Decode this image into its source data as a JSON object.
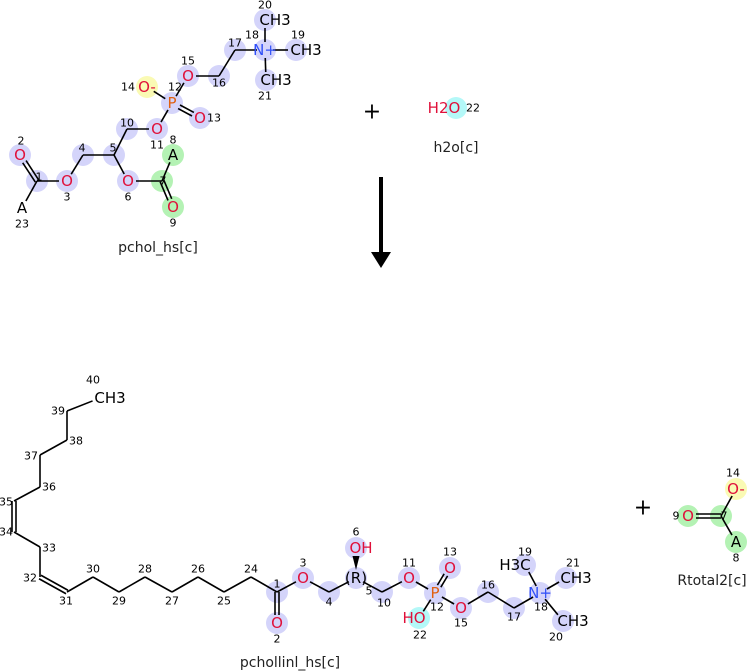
{
  "colors": {
    "blue": "#d4d4fa",
    "green": "#b4f2b4",
    "yellow": "#fafab4",
    "cyan": "#b4f8f8",
    "O": "#e0103a",
    "P": "#e06010",
    "N": "#3050f8",
    "bond": "#000000"
  },
  "operators": {
    "plus_1": "+",
    "plus_2": "+"
  },
  "molecules": {
    "pchol": {
      "name": "pchol_hs[c]",
      "atoms": [
        {
          "id": "1",
          "symbol": "",
          "number": "1",
          "hl": "blue"
        },
        {
          "id": "2",
          "symbol": "O",
          "number": "2",
          "hl": "blue"
        },
        {
          "id": "3",
          "symbol": "O",
          "number": "3",
          "hl": "blue"
        },
        {
          "id": "4",
          "symbol": "",
          "number": "4",
          "hl": "blue"
        },
        {
          "id": "5",
          "symbol": "",
          "number": "5",
          "hl": "blue"
        },
        {
          "id": "6",
          "symbol": "O",
          "number": "6",
          "hl": "blue"
        },
        {
          "id": "7",
          "symbol": "",
          "number": "7",
          "hl": "green"
        },
        {
          "id": "8",
          "symbol": "A",
          "number": "8",
          "hl": "green"
        },
        {
          "id": "9",
          "symbol": "O",
          "number": "9",
          "hl": "green"
        },
        {
          "id": "10",
          "symbol": "",
          "number": "10",
          "hl": "blue"
        },
        {
          "id": "11",
          "symbol": "O",
          "number": "11",
          "hl": "blue"
        },
        {
          "id": "12",
          "symbol": "P",
          "number": "12",
          "hl": "blue"
        },
        {
          "id": "13",
          "symbol": "O",
          "number": "13",
          "hl": "blue"
        },
        {
          "id": "14",
          "symbol": "O-",
          "number": "14",
          "hl": "yellow"
        },
        {
          "id": "15",
          "symbol": "O",
          "number": "15",
          "hl": "blue"
        },
        {
          "id": "16",
          "symbol": "",
          "number": "16",
          "hl": "blue"
        },
        {
          "id": "17",
          "symbol": "",
          "number": "17",
          "hl": "blue"
        },
        {
          "id": "18",
          "symbol": "N+",
          "number": "18",
          "hl": "blue"
        },
        {
          "id": "19",
          "symbol": "CH3",
          "number": "19",
          "hl": "blue"
        },
        {
          "id": "20",
          "symbol": "CH3",
          "number": "20",
          "hl": "blue"
        },
        {
          "id": "21",
          "symbol": "CH3",
          "number": "21",
          "hl": "blue"
        },
        {
          "id": "23",
          "symbol": "A",
          "number": "23",
          "hl": ""
        }
      ],
      "bonds": [
        [
          "1",
          "2",
          2
        ],
        [
          "1",
          "3",
          1
        ],
        [
          "3",
          "4",
          1
        ],
        [
          "4",
          "5",
          1
        ],
        [
          "5",
          "6",
          1
        ],
        [
          "6",
          "7",
          1
        ],
        [
          "7",
          "8",
          1
        ],
        [
          "7",
          "9",
          2
        ],
        [
          "5",
          "10",
          1
        ],
        [
          "10",
          "11",
          1
        ],
        [
          "11",
          "12",
          1
        ],
        [
          "12",
          "13",
          2
        ],
        [
          "12",
          "14",
          1
        ],
        [
          "12",
          "15",
          1
        ],
        [
          "15",
          "16",
          1
        ],
        [
          "16",
          "17",
          1
        ],
        [
          "17",
          "18",
          1
        ],
        [
          "18",
          "19",
          1
        ],
        [
          "18",
          "20",
          1
        ],
        [
          "18",
          "21",
          1
        ],
        [
          "1",
          "23",
          1
        ]
      ]
    },
    "h2o": {
      "name": "h2o[c]",
      "atoms": [
        {
          "id": "22",
          "symbol": "H2O",
          "number": "22",
          "hl": "cyan"
        }
      ],
      "bonds": []
    },
    "pchollinl": {
      "name": "pchollinl_hs[c]",
      "atoms": [
        {
          "id": "1",
          "symbol": "",
          "number": "1",
          "hl": "blue"
        },
        {
          "id": "2",
          "symbol": "O",
          "number": "2",
          "hl": "blue"
        },
        {
          "id": "3",
          "symbol": "O",
          "number": "3",
          "hl": "blue"
        },
        {
          "id": "4",
          "symbol": "",
          "number": "4",
          "hl": "blue"
        },
        {
          "id": "5",
          "symbol": "(R)",
          "number": "5",
          "hl": "blue"
        },
        {
          "id": "6",
          "symbol": "OH",
          "number": "6",
          "hl": "blue"
        },
        {
          "id": "10",
          "symbol": "",
          "number": "10",
          "hl": "blue"
        },
        {
          "id": "11",
          "symbol": "O",
          "number": "11",
          "hl": "blue"
        },
        {
          "id": "12",
          "symbol": "P",
          "number": "12",
          "hl": "blue"
        },
        {
          "id": "13",
          "symbol": "O",
          "number": "13",
          "hl": "blue"
        },
        {
          "id": "15",
          "symbol": "O",
          "number": "15",
          "hl": "blue"
        },
        {
          "id": "16",
          "symbol": "",
          "number": "16",
          "hl": "blue"
        },
        {
          "id": "17",
          "symbol": "",
          "number": "17",
          "hl": "blue"
        },
        {
          "id": "18",
          "symbol": "N+",
          "number": "18",
          "hl": "blue"
        },
        {
          "id": "19",
          "symbol": "H3C",
          "number": "19",
          "hl": "blue"
        },
        {
          "id": "20",
          "symbol": "CH3",
          "number": "20",
          "hl": "blue"
        },
        {
          "id": "21",
          "symbol": "CH3",
          "number": "21",
          "hl": "blue"
        },
        {
          "id": "22",
          "symbol": "HO",
          "number": "22",
          "hl": "cyan"
        },
        {
          "id": "24",
          "symbol": "",
          "number": "24",
          "hl": ""
        },
        {
          "id": "25",
          "symbol": "",
          "number": "25",
          "hl": ""
        },
        {
          "id": "26",
          "symbol": "",
          "number": "26",
          "hl": ""
        },
        {
          "id": "27",
          "symbol": "",
          "number": "27",
          "hl": ""
        },
        {
          "id": "28",
          "symbol": "",
          "number": "28",
          "hl": ""
        },
        {
          "id": "29",
          "symbol": "",
          "number": "29",
          "hl": ""
        },
        {
          "id": "30",
          "symbol": "",
          "number": "30",
          "hl": ""
        },
        {
          "id": "31",
          "symbol": "",
          "number": "31",
          "hl": ""
        },
        {
          "id": "32",
          "symbol": "",
          "number": "32",
          "hl": ""
        },
        {
          "id": "33",
          "symbol": "",
          "number": "33",
          "hl": ""
        },
        {
          "id": "34",
          "symbol": "",
          "number": "34",
          "hl": ""
        },
        {
          "id": "35",
          "symbol": "",
          "number": "35",
          "hl": ""
        },
        {
          "id": "36",
          "symbol": "",
          "number": "36",
          "hl": ""
        },
        {
          "id": "37",
          "symbol": "",
          "number": "37",
          "hl": ""
        },
        {
          "id": "38",
          "symbol": "",
          "number": "38",
          "hl": ""
        },
        {
          "id": "39",
          "symbol": "",
          "number": "39",
          "hl": ""
        },
        {
          "id": "40",
          "symbol": "CH3",
          "number": "40",
          "hl": ""
        }
      ],
      "bonds": [
        [
          "1",
          "2",
          2
        ],
        [
          "1",
          "3",
          1
        ],
        [
          "3",
          "4",
          1
        ],
        [
          "4",
          "5",
          1
        ],
        [
          "5",
          "6",
          1
        ],
        [
          "5",
          "10",
          1
        ],
        [
          "10",
          "11",
          1
        ],
        [
          "11",
          "12",
          1
        ],
        [
          "12",
          "13",
          2
        ],
        [
          "12",
          "15",
          1
        ],
        [
          "12",
          "22",
          1
        ],
        [
          "15",
          "16",
          1
        ],
        [
          "16",
          "17",
          1
        ],
        [
          "17",
          "18",
          1
        ],
        [
          "18",
          "19",
          1
        ],
        [
          "18",
          "20",
          1
        ],
        [
          "18",
          "21",
          1
        ],
        [
          "1",
          "24",
          1
        ],
        [
          "24",
          "25",
          1
        ],
        [
          "25",
          "26",
          1
        ],
        [
          "26",
          "27",
          1
        ],
        [
          "27",
          "28",
          1
        ],
        [
          "28",
          "29",
          1
        ],
        [
          "29",
          "30",
          1
        ],
        [
          "30",
          "31",
          1
        ],
        [
          "31",
          "32",
          2
        ],
        [
          "32",
          "33",
          1
        ],
        [
          "33",
          "34",
          1
        ],
        [
          "34",
          "35",
          2
        ],
        [
          "35",
          "36",
          1
        ],
        [
          "36",
          "37",
          1
        ],
        [
          "37",
          "38",
          1
        ],
        [
          "38",
          "39",
          1
        ],
        [
          "39",
          "40",
          1
        ]
      ]
    },
    "rtotal2": {
      "name": "Rtotal2[c]",
      "atoms": [
        {
          "id": "7",
          "symbol": "",
          "number": "7",
          "hl": "green"
        },
        {
          "id": "9",
          "symbol": "O",
          "number": "9",
          "hl": "green"
        },
        {
          "id": "14",
          "symbol": "O-",
          "number": "14",
          "hl": "yellow"
        },
        {
          "id": "8",
          "symbol": "A",
          "number": "8",
          "hl": "green"
        }
      ],
      "bonds": [
        [
          "7",
          "9",
          2
        ],
        [
          "7",
          "14",
          1
        ],
        [
          "7",
          "8",
          1
        ]
      ]
    }
  }
}
